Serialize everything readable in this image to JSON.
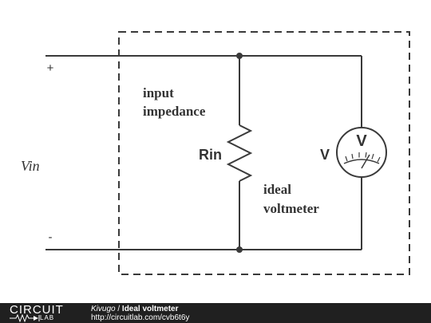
{
  "diagram": {
    "label_plus": "+",
    "label_minus": "-",
    "label_vin": "Vin",
    "label_input_1": "input",
    "label_input_2": "impedance",
    "label_rin": "Rin",
    "label_ideal_1": "ideal",
    "label_ideal_2": "voltmeter",
    "label_v_side": "V",
    "label_v_meter": "V"
  },
  "footer": {
    "logo_top": "CIRCUIT",
    "logo_bottom": "LAB",
    "author": "Kivugo",
    "separator": " / ",
    "title": "Ideal voltmeter",
    "url": "http://circuitlab.com/cvb6t6y"
  },
  "colors": {
    "wire": "#3a3a3a",
    "footer_bg": "#202020"
  }
}
